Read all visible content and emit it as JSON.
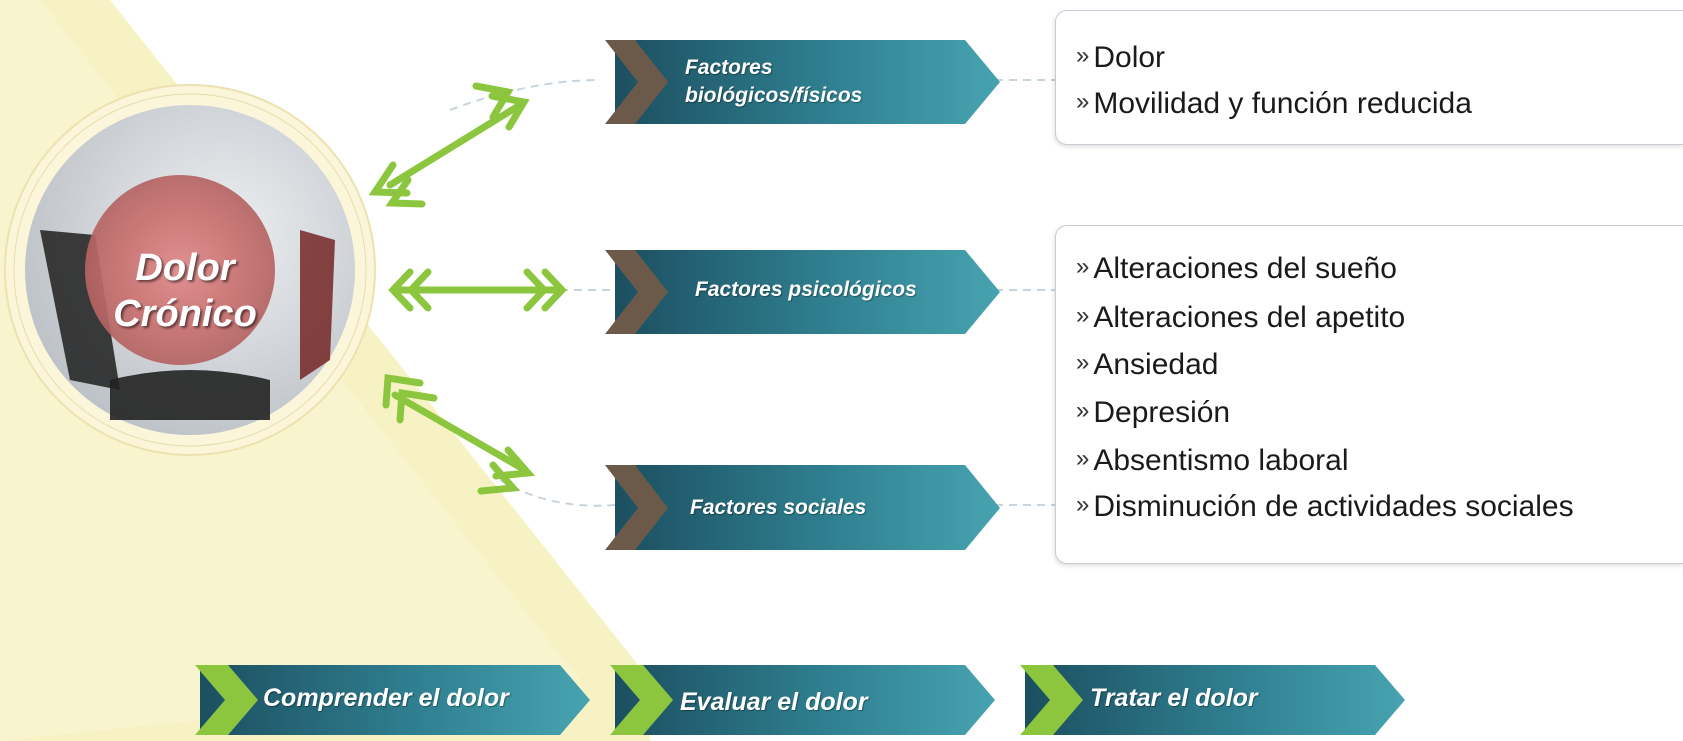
{
  "center": {
    "line1": "Dolor",
    "line2": "Crónico"
  },
  "factors": [
    {
      "line1": "Factores",
      "line2": "biológicos/físicos"
    },
    {
      "line1": "Factores psicológicos"
    },
    {
      "line1": "Factores sociales"
    }
  ],
  "box_top": {
    "items": [
      "Dolor",
      "Movilidad y función reducida"
    ]
  },
  "box_bottom": {
    "items": [
      "Alteraciones del sueño",
      "Alteraciones del apetito",
      "Ansiedad",
      "Depresión",
      "Absentismo laboral",
      "Disminución de actividades sociales"
    ]
  },
  "bullet": "»",
  "steps": [
    "Comprender el dolor",
    "Evaluar el dolor",
    "Tratar el dolor"
  ],
  "colors": {
    "teal_dark": "#1e5a6b",
    "teal_light": "#3a9aa8",
    "green_arrow": "#8cc63f",
    "brown_chevron": "#6b5a4a",
    "yellow_band": "#f7f2c4",
    "center_circle": "#d27a7a"
  }
}
